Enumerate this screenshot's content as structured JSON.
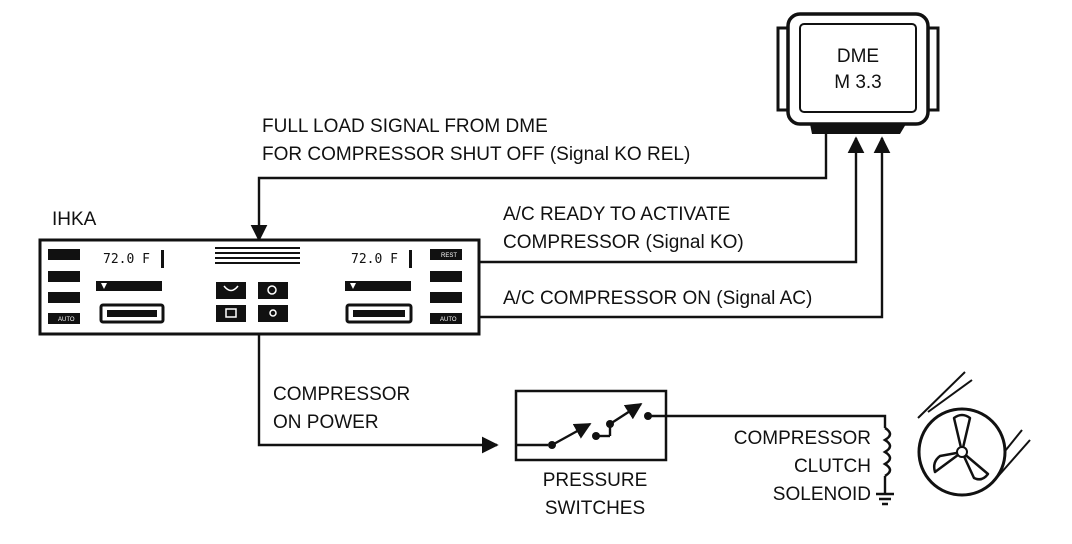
{
  "dme": {
    "line1": "DME",
    "line2": "M 3.3"
  },
  "ihka": {
    "label": "IHKA",
    "left_temp": "72.0 F",
    "right_temp": "72.0 F",
    "btn_rest": "REST",
    "btn_auto_left": "AUTO",
    "btn_auto_right": "AUTO"
  },
  "signals": {
    "full_load_line1": "FULL LOAD SIGNAL FROM DME",
    "full_load_line2": "FOR COMPRESSOR SHUT OFF (Signal KO REL)",
    "ready_line1": "A/C READY TO ACTIVATE",
    "ready_line2": "COMPRESSOR (Signal KO)",
    "compressor_on": "A/C COMPRESSOR ON (Signal AC)",
    "power_line1": "COMPRESSOR",
    "power_line2": "ON POWER"
  },
  "pressure_switches": {
    "line1": "PRESSURE",
    "line2": "SWITCHES"
  },
  "clutch": {
    "line1": "COMPRESSOR",
    "line2": "CLUTCH",
    "line3": "SOLENOID"
  },
  "icons": [
    "dme-module-icon",
    "ihka-control-panel-icon",
    "pressure-switch-icon",
    "solenoid-coil-icon",
    "ground-icon",
    "compressor-pulley-icon"
  ]
}
